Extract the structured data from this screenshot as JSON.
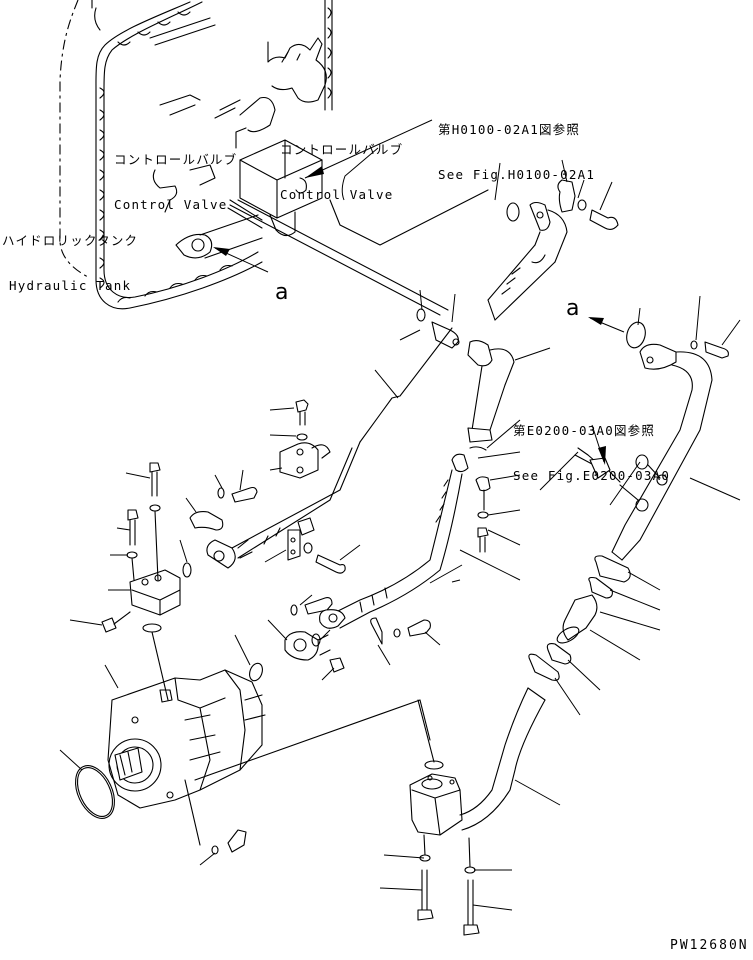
{
  "diagram": {
    "type": "exploded-parts-drawing",
    "drawing_number": "PW12680N",
    "labels": {
      "hydraulic_tank": {
        "jp": "ハイドロリックタンク",
        "en": "Hydraulic Tank"
      },
      "control_valve_left": {
        "jp": "コントロールバルブ",
        "en": "Control Valve"
      },
      "control_valve_right": {
        "jp": "コントロールバルブ",
        "en": "Control Valve"
      },
      "ref_h0100": {
        "jp": "第H0100-02A1図参照",
        "en": "See Fig.H0100-02A1"
      },
      "ref_e0200": {
        "jp": "第E0200-03A0図参照",
        "en": "See Fig.E0200-03A0"
      },
      "view_marker_a_left": "a",
      "view_marker_a_right": "a"
    },
    "components": [
      "hydraulic-tank",
      "control-valve",
      "suction-tube",
      "hose",
      "elbow-fitting",
      "adapter",
      "o-ring",
      "split-flange",
      "bolt",
      "washer",
      "clamp",
      "bracket",
      "hydraulic-pump",
      "pump-block",
      "plug",
      "inlet-elbow",
      "seal-ring",
      "coupling",
      "temperature-sensor"
    ]
  }
}
